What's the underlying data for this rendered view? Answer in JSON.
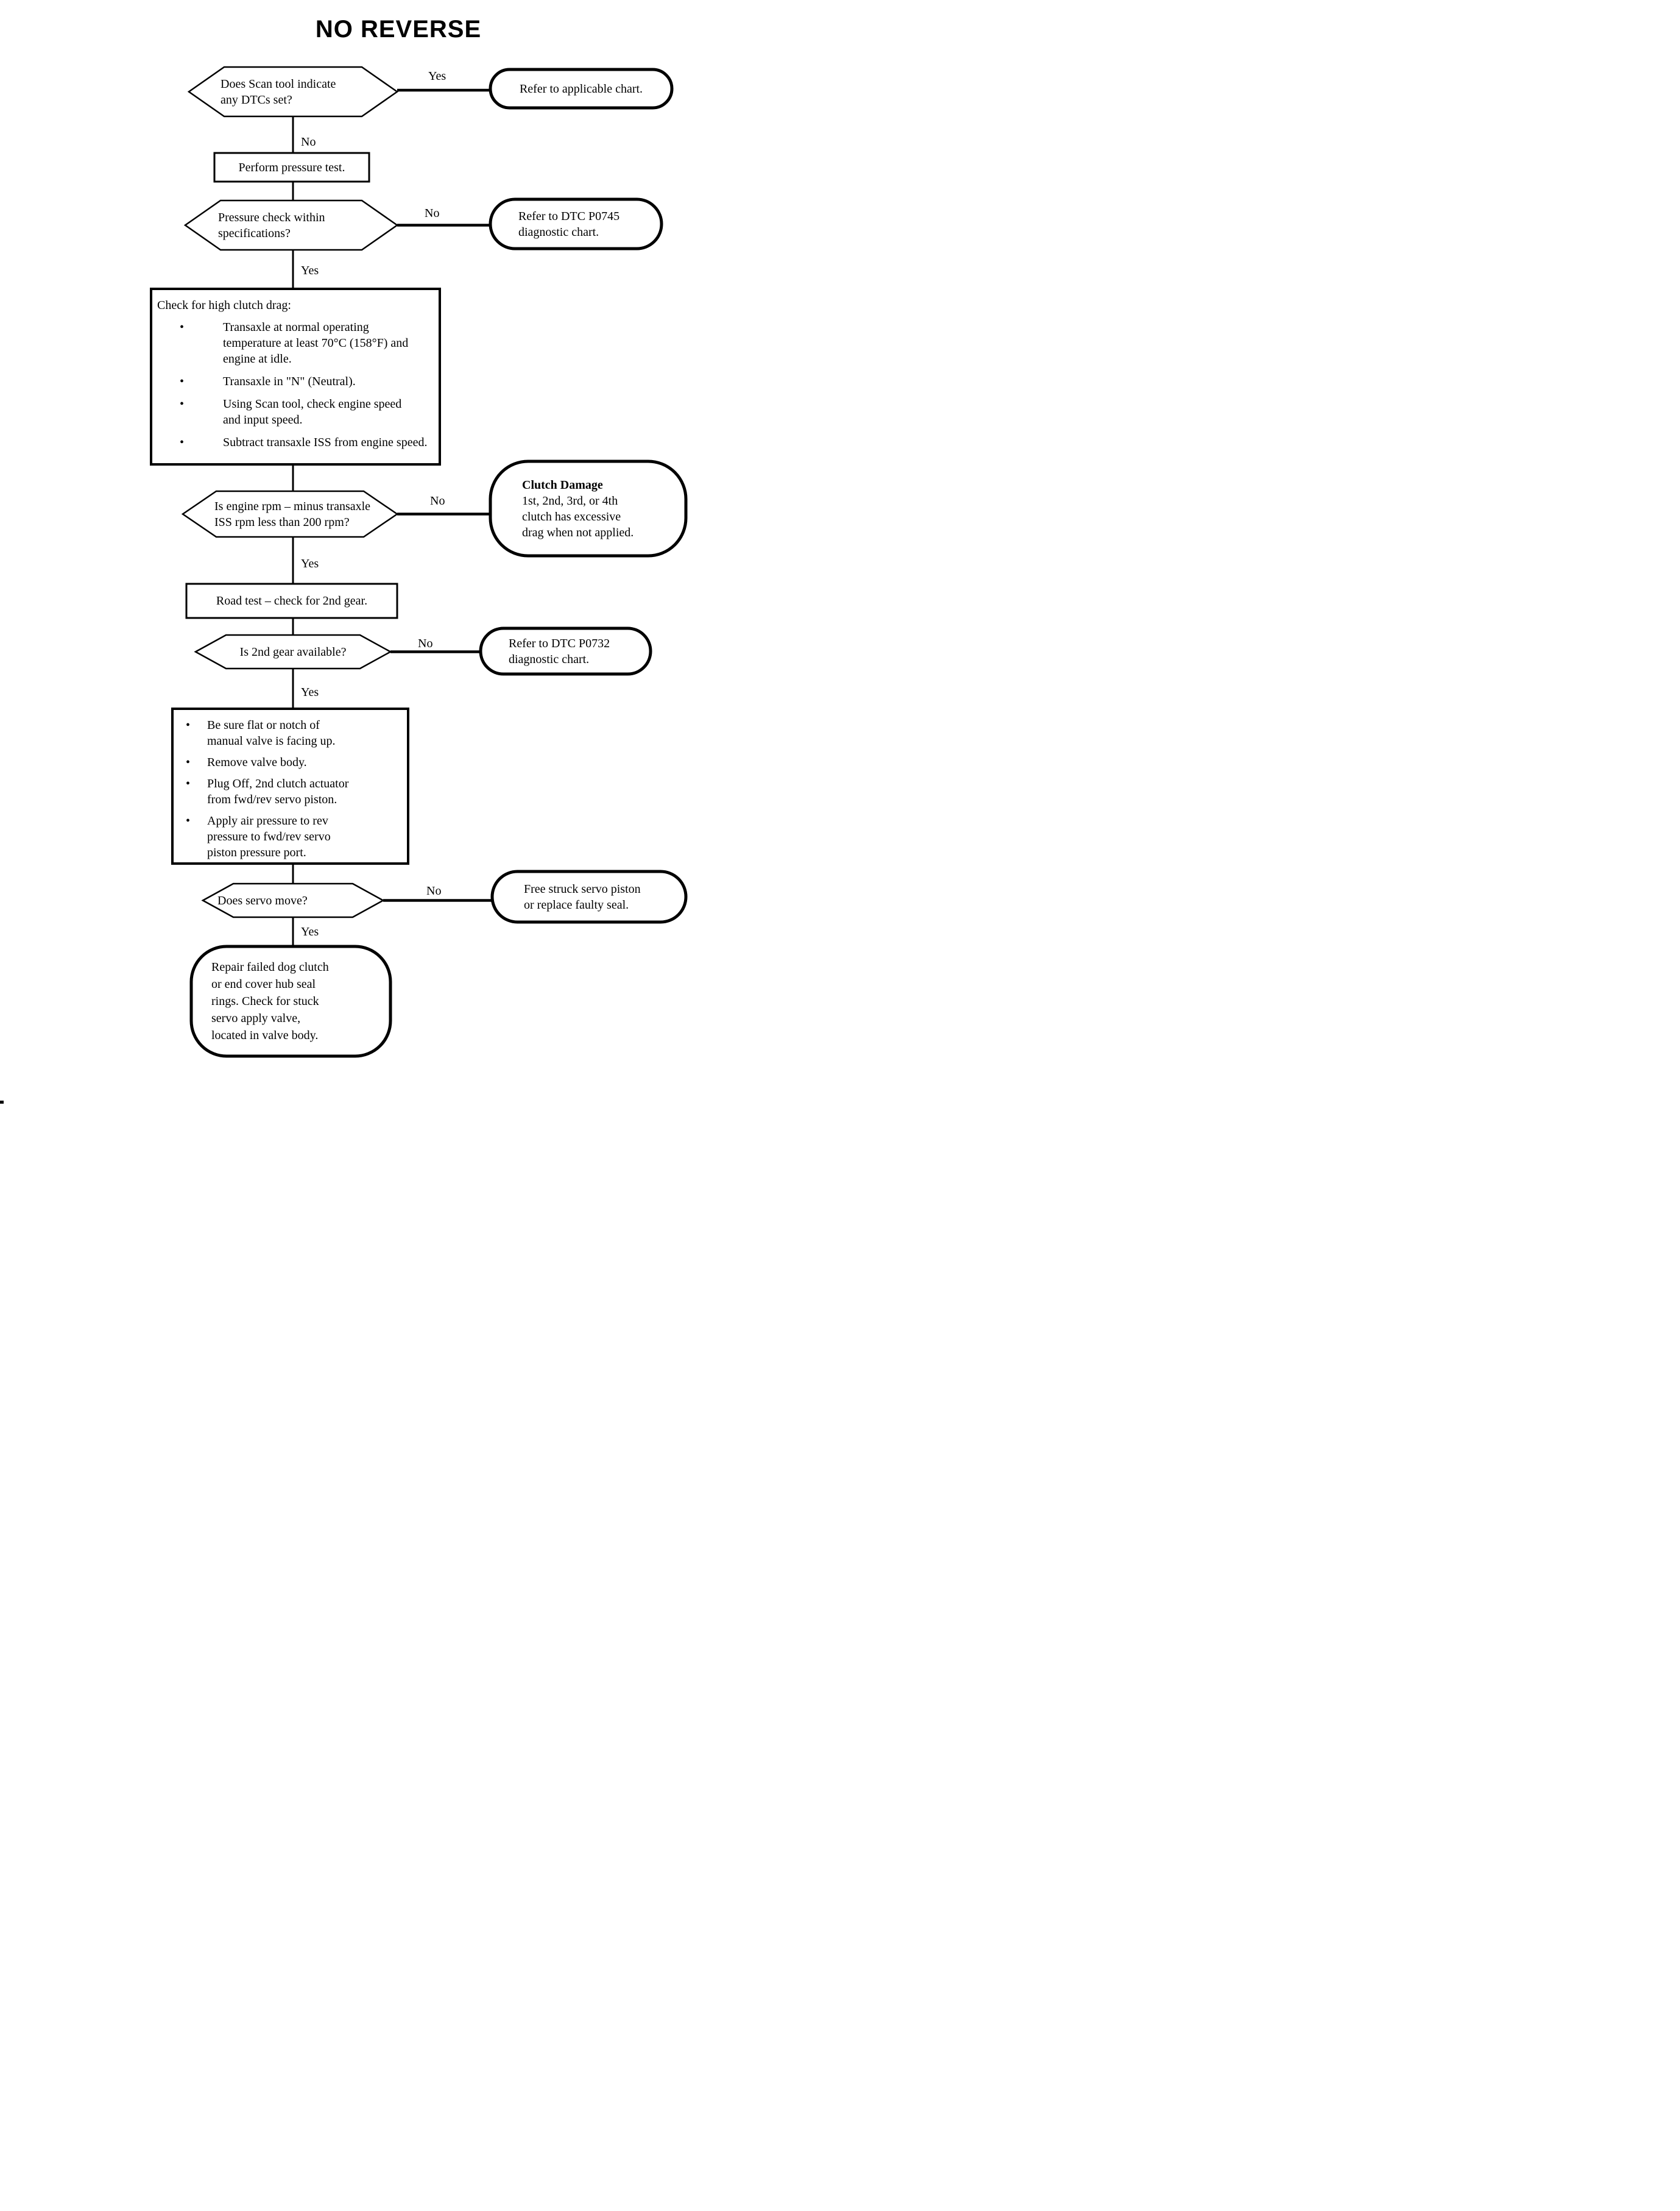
{
  "title": "NO REVERSE",
  "edge_labels": {
    "yes": "Yes",
    "no": "No"
  },
  "bullet_glyph": "•",
  "colors": {
    "ink": "#000000",
    "paper": "#ffffff"
  },
  "nodes": {
    "scan_tool_decision": {
      "lines": [
        "Does Scan tool indicate",
        "any DTCs set?"
      ]
    },
    "refer_applicable": {
      "text": "Refer to applicable chart."
    },
    "perform_pressure_test": {
      "text": "Perform pressure test."
    },
    "pressure_check_decision": {
      "lines": [
        "Pressure check within",
        "specifications?"
      ]
    },
    "refer_dtc_p0745": {
      "lines": [
        "Refer to DTC P0745",
        "diagnostic chart."
      ]
    },
    "clutch_drag_check": {
      "heading": "Check for high clutch drag:",
      "bullets": [
        {
          "lines": [
            "Transaxle at normal operating",
            "temperature at least 70°C (158°F) and",
            "engine at idle."
          ]
        },
        {
          "lines": [
            "Transaxle in \"N\" (Neutral)."
          ]
        },
        {
          "lines": [
            "Using Scan tool, check engine speed",
            "and input speed."
          ]
        },
        {
          "lines": [
            "Subtract transaxle ISS from engine speed."
          ]
        }
      ]
    },
    "rpm_decision": {
      "lines": [
        "Is engine rpm – minus transaxle",
        "ISS rpm less than 200 rpm?"
      ]
    },
    "clutch_damage": {
      "heading": "Clutch Damage",
      "lines": [
        "1st, 2nd, 3rd, or 4th",
        "clutch has excessive",
        "drag when not applied."
      ]
    },
    "road_test": {
      "text": "Road test – check for 2nd gear."
    },
    "second_gear_decision": {
      "text": "Is 2nd gear available?"
    },
    "refer_dtc_p0732": {
      "lines": [
        "Refer to DTC P0732",
        "diagnostic chart."
      ]
    },
    "servo_prep_steps": {
      "bullets": [
        {
          "lines": [
            "Be sure flat or notch of",
            "manual valve is facing up."
          ]
        },
        {
          "lines": [
            "Remove valve body."
          ]
        },
        {
          "lines": [
            "Plug Off, 2nd clutch actuator",
            "from fwd/rev servo piston."
          ]
        },
        {
          "lines": [
            "Apply air pressure to rev",
            "pressure to fwd/rev servo",
            "piston pressure port."
          ]
        }
      ]
    },
    "servo_move_decision": {
      "text": "Does servo move?"
    },
    "free_servo_piston": {
      "lines": [
        "Free struck servo piston",
        "or replace faulty seal."
      ]
    },
    "repair_dog_clutch": {
      "lines": [
        "Repair failed dog clutch",
        "or end cover hub seal",
        "rings. Check for stuck",
        "servo apply valve,",
        "located in valve body."
      ]
    }
  }
}
